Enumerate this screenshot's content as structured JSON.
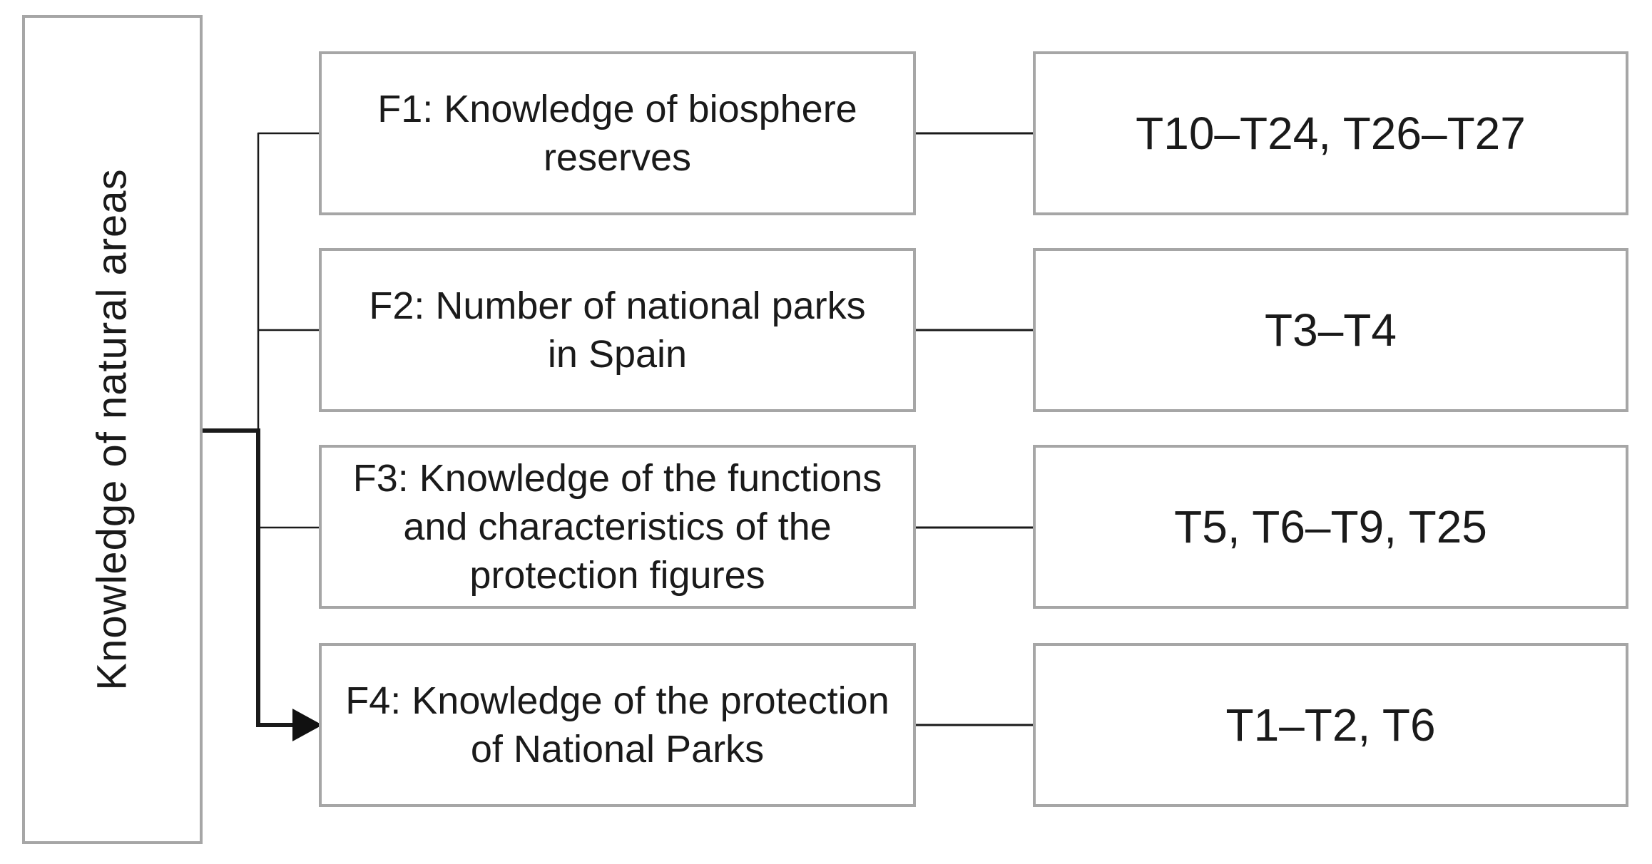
{
  "diagram": {
    "root_label": "Knowledge of natural areas",
    "factors": [
      {
        "label": "F1: Knowledge of biosphere\nreserves",
        "items": "T10–T24, T26–T27"
      },
      {
        "label": "F2: Number of national parks\nin Spain",
        "items": "T3–T4"
      },
      {
        "label": "F3: Knowledge of the functions\nand characteristics of the\nprotection figures",
        "items": "T5, T6–T9, T25"
      },
      {
        "label": "F4: Knowledge of the protection\nof National Parks",
        "items": "T1–T2, T6"
      }
    ],
    "colors": {
      "background": "#ffffff",
      "box_border": "#a6a6a6",
      "connector_line": "#1a1a1a",
      "text": "#1a1a1a"
    }
  }
}
